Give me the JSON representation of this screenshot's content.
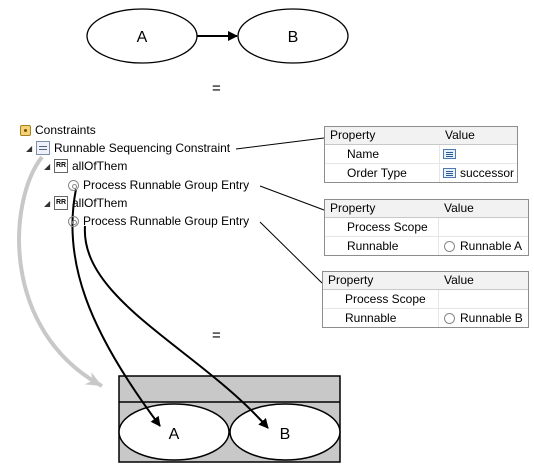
{
  "top_diagram": {
    "node_a": "A",
    "node_b": "B"
  },
  "equals_top": "=",
  "equals_bottom": "=",
  "tree": {
    "root": {
      "label": "Constraints",
      "icon": "constraints-icon"
    },
    "constraint": {
      "label": "Runnable Sequencing Constraint",
      "icon": "sequencing-constraint-icon"
    },
    "groups": [
      {
        "label": "allOfThem",
        "icon": "runnable-group-icon",
        "entry": {
          "label": "Process Runnable Group Entry",
          "icon": "gear-icon"
        }
      },
      {
        "label": "allOfThem",
        "icon": "runnable-group-icon",
        "entry": {
          "label": "Process Runnable Group Entry",
          "icon": "gear-icon"
        }
      }
    ]
  },
  "property_tables": [
    {
      "header": {
        "property": "Property",
        "value": "Value"
      },
      "rows": [
        {
          "name": "Name",
          "value": "",
          "icon": "list-icon"
        },
        {
          "name": "Order Type",
          "value": "successor",
          "icon": "list-icon"
        }
      ]
    },
    {
      "header": {
        "property": "Property",
        "value": "Value"
      },
      "rows": [
        {
          "name": "Process Scope",
          "value": ""
        },
        {
          "name": "Runnable",
          "value": "Runnable A",
          "icon": "gear-icon"
        }
      ]
    },
    {
      "header": {
        "property": "Property",
        "value": "Value"
      },
      "rows": [
        {
          "name": "Process Scope",
          "value": ""
        },
        {
          "name": "Runnable",
          "value": "Runnable B",
          "icon": "gear-icon"
        }
      ]
    }
  ],
  "bottom_diagram": {
    "node_a": "A",
    "node_b": "B",
    "box_color": "#c8c8c8"
  },
  "colors": {
    "arrow_black": "#000000",
    "arrow_gray": "#c8c8c8",
    "leader_line": "#000000"
  }
}
